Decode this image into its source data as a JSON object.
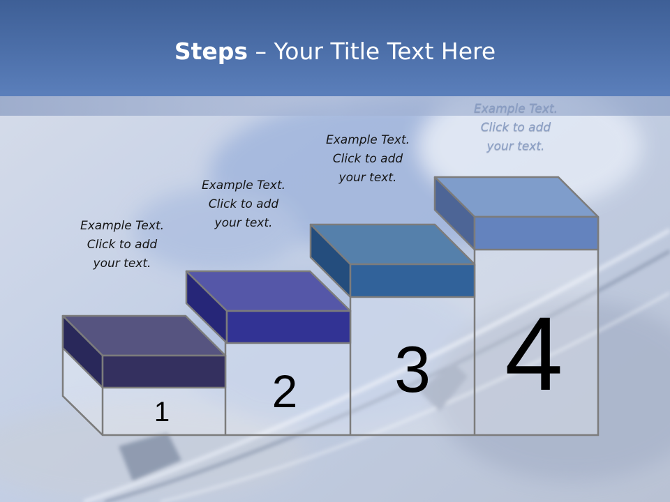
{
  "title": {
    "bold": "Steps",
    "rest": " – Your Title Text Here"
  },
  "steps": [
    {
      "number": "1",
      "caption": [
        "Example Text.",
        "Click  to add",
        "your text."
      ],
      "top": "#565480",
      "front": "#34305f",
      "left": "#29285a"
    },
    {
      "number": "2",
      "caption": [
        "Example Text.",
        "Click  to add",
        "your text."
      ],
      "top": "#5557a8",
      "front": "#323394",
      "left": "#262678"
    },
    {
      "number": "3",
      "caption": [
        "Example Text.",
        "Click  to add",
        "your text."
      ],
      "top": "#5580ab",
      "front": "#31629a",
      "left": "#244d7d"
    },
    {
      "number": "4",
      "caption": [
        "Example Text.",
        "Click  to add",
        "your text."
      ],
      "top": "#7f9dcb",
      "front": "#6483be",
      "left": "#4d6596"
    }
  ],
  "colors": {
    "title_bar": "#4a6aa4",
    "frame_stroke": "#7c7c7c"
  }
}
